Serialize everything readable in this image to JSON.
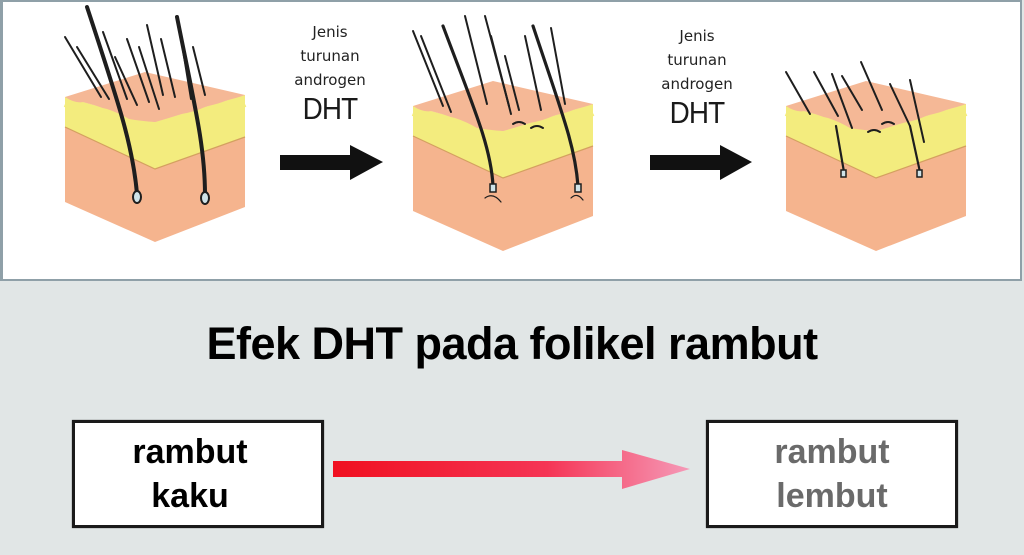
{
  "diagram": {
    "title": "Efek DHT pada folikel rambut",
    "stages": [
      {
        "name": "normal-follicle",
        "description": "skin block with thick terminal hairs"
      },
      {
        "name": "miniaturizing-follicle",
        "description": "skin block with thinner hairs"
      },
      {
        "name": "miniaturized-follicle",
        "description": "skin block with short thin hairs"
      }
    ],
    "transitions": [
      {
        "line1": "Jenis",
        "line2": "turunan",
        "line3": "androgen",
        "hormone": "DHT"
      },
      {
        "line1": "Jenis",
        "line2": "turunan",
        "line3": "androgen",
        "hormone": "DHT"
      }
    ],
    "from_box": {
      "line1": "rambut",
      "line2": "kaku"
    },
    "to_box": {
      "line1": "rambut",
      "line2": "lembut"
    },
    "colors": {
      "panel_border": "#8fa0a8",
      "background": "#e1e6e6",
      "skin": "#f5b48e",
      "fat_layer": "#f3ec7e",
      "hair": "#1e1e1e",
      "arrow_start": "#f01020",
      "arrow_end": "#f590b5",
      "from_text": "#000000",
      "to_text": "#6a6a6a"
    }
  }
}
